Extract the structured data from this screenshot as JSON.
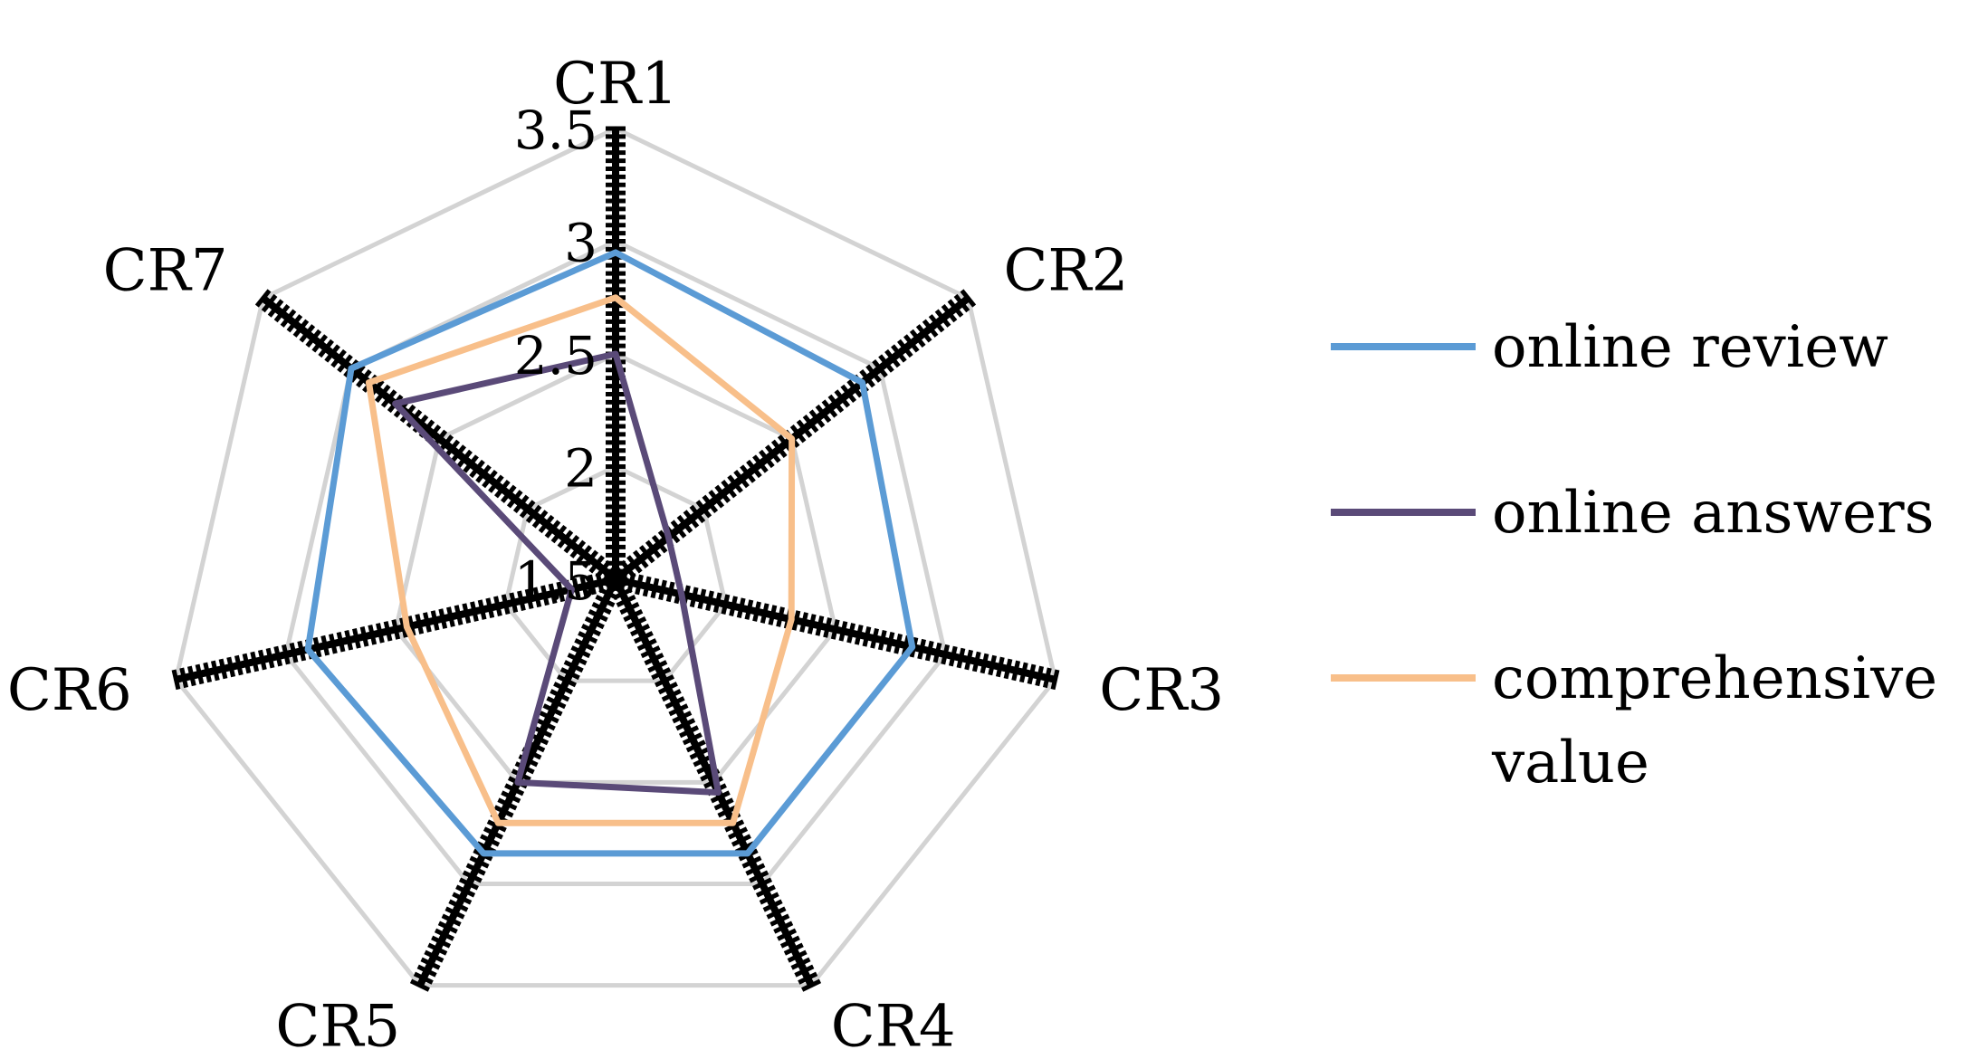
{
  "chart_data": {
    "type": "radar",
    "categories": [
      "CR1",
      "CR2",
      "CR3",
      "CR4",
      "CR5",
      "CR6",
      "CR7"
    ],
    "series": [
      {
        "name": "online review",
        "color": "#5b9bd5",
        "values": [
          2.95,
          2.9,
          2.85,
          2.85,
          2.85,
          2.9,
          3.0
        ]
      },
      {
        "name": "online answers",
        "color": "#5a4a78",
        "values": [
          2.5,
          1.8,
          1.8,
          2.55,
          2.5,
          1.7,
          2.75
        ]
      },
      {
        "name": "comprehensive value",
        "color": "#f8bf8a",
        "values": [
          2.75,
          2.5,
          2.3,
          2.7,
          2.7,
          2.45,
          2.9
        ]
      }
    ],
    "r_ticks": [
      "1.5",
      "2",
      "2.5",
      "3",
      "3.5"
    ],
    "r_min": 1.5,
    "r_max": 3.5,
    "grid": true,
    "legend_position": "right"
  },
  "legend": [
    {
      "lines": [
        "online review"
      ]
    },
    {
      "lines": [
        "online answers"
      ]
    },
    {
      "lines": [
        "comprehensive",
        "value"
      ]
    }
  ]
}
